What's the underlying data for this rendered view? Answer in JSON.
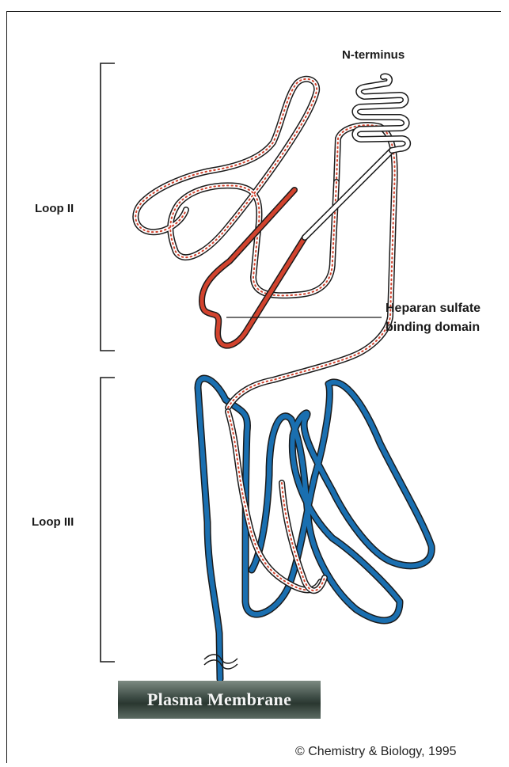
{
  "labels": {
    "loop2": "Loop II",
    "loop3": "Loop III",
    "n_terminus": "N-terminus",
    "heparan_line1": "Heparan sulfate",
    "heparan_line2": "binding domain"
  },
  "membrane_label": "Plasma Membrane",
  "copyright": "© Chemistry & Biology, 1995",
  "colors": {
    "loop3_chain": "#1a6fb0",
    "heparan_domain": "#d2432e",
    "dotted_chain_dots": "#d2432e",
    "outline": "#1a1a1a"
  }
}
